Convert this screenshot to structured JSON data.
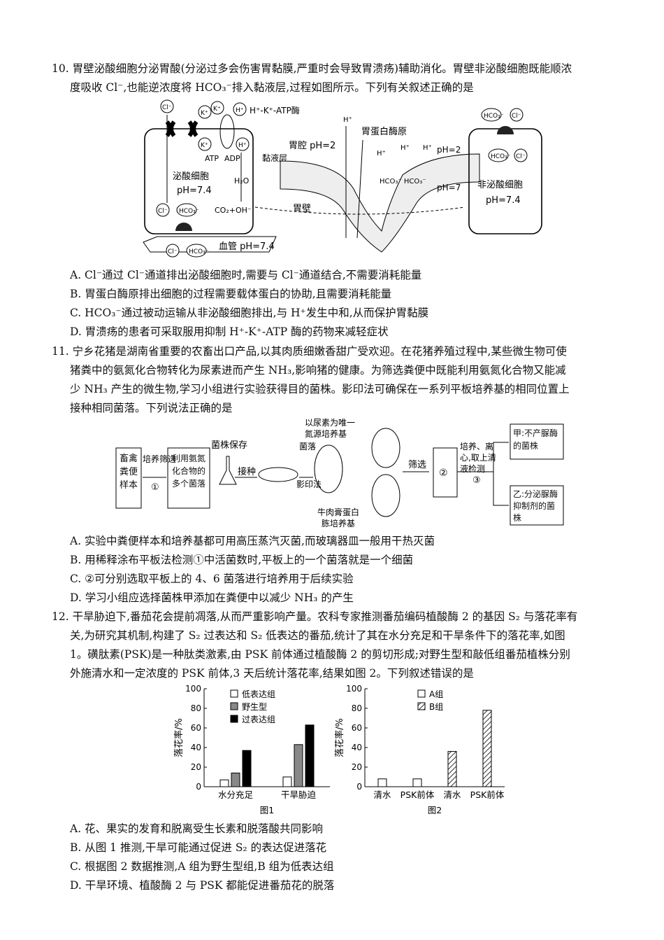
{
  "q10": {
    "line1": "10. 胃壁泌酸细胞分泌胃酸(分泌过多会伤害胃黏膜,严重时会导致胃溃疡)辅助消化。胃壁非泌酸细胞既能顺浓",
    "line2": "度吸收 Cl⁻,也能逆浓度将 HCO₃⁻排入黏液层,过程如图所示。下列有关叙述正确的是",
    "fig": {
      "cl": "Cl⁻",
      "k": "K⁺",
      "h": "H⁺",
      "pump": "H⁺-K⁺-ATP酶",
      "atp": "ATP",
      "adp": "ADP",
      "h2o": "H₂O",
      "secret_cell": "泌酸细胞",
      "ph74": "pH=7.4",
      "hco3": "HCO₃⁻",
      "co2": "CO₂+OH⁻",
      "vessel": "血管 pH=7.4",
      "mucus": "黏液层",
      "lumen": "胃腔 pH=2",
      "wall": "胃壁",
      "pepsinogen": "胃蛋白酶原",
      "ph2": "pH=2",
      "ph7": "pH=7",
      "non_secret": "非泌酸细胞",
      "hco3_pair": "HCO₃⁻ HCO₃⁻"
    },
    "options": [
      "A. Cl⁻通过 Cl⁻通道排出泌酸细胞时,需要与 Cl⁻通道结合,不需要消耗能量",
      "B. 胃蛋白酶原排出细胞的过程需要载体蛋白的协助,且需要消耗能量",
      "C. HCO₃⁻通过被动运输从非泌酸细胞排出,与 H⁺发生中和,从而保护胃黏膜",
      "D. 胃溃疡的患者可采取服用抑制 H⁺-K⁺-ATP 酶的药物来减轻症状"
    ]
  },
  "q11": {
    "line1": "11. 宁乡花猪是湖南省重要的农畜出口产品,以其肉质细嫩香甜广受欢迎。在花猪养殖过程中,某些微生物可使",
    "line2": "猪粪中的氨氮化合物转化为尿素进而产生 NH₃,影响猪的健康。为筛选粪便中既能利用氨氮化合物又能减",
    "line3": "少 NH₃ 产生的微生物,学习小组进行实验获得目的菌株。影印法可确保在一系列平板培养基的相同位置上",
    "line4": "接种相同菌落。下列说法正确的是",
    "fig": {
      "sample": "畜禽粪便样本",
      "culture": "培养筛选",
      "c1": "①",
      "colonies": "利用氨氮化合物的多个菌落",
      "keep": "菌株保存",
      "inoculate": "接种",
      "replica": "影印法",
      "colony": "菌落",
      "urea_medium1": "以尿素为唯一",
      "urea_medium2": "氮源培养基",
      "beef1": "牛肉膏蛋白",
      "beef2": "胨培养基",
      "screen": "筛选",
      "c2": "②",
      "test1": "培养、离",
      "test2": "心,取上清",
      "test3": "液检测",
      "c3": "③",
      "jia": "甲:不产脲酶的菌株",
      "yi": "乙:分泌脲酶抑制剂的菌株"
    },
    "options": [
      "A. 实验中粪便样本和培养基都可用高压蒸汽灭菌,而玻璃器皿一般用干热灭菌",
      "B. 用稀释涂布平板法检测①中活菌数时,平板上的一个菌落就是一个细菌",
      "C. ②可分别选取平板上的 4、6 菌落进行培养用于后续实验",
      "D. 学习小组应选择菌株甲添加在粪便中以减少 NH₃ 的产生"
    ]
  },
  "q12": {
    "line1": "12. 干旱胁迫下,番茄花会提前凋落,从而严重影响产量。农科专家推测番茄编码植酸酶 2 的基因 S₂ 与落花率有",
    "line2": "关,为研究其机制,构建了 S₂ 过表达和 S₂ 低表达的番茄,统计了其在水分充足和干旱条件下的落花率,如图",
    "line3": "1。磺肽素(PSK)是一种肽类激素,由 PSK 前体通过植酸酶 2 的剪切形成;对野生型和敲低组番茄植株分别",
    "line4": "外施清水和一定浓度的 PSK 前体,3 天后统计落花率,结果如图 2。下列叙述错误的是",
    "options": [
      "A. 花、果实的发育和脱离受生长素和脱落酸共同影响",
      "B. 从图 1 推测,干旱可能通过促进 S₂ 的表达促进落花",
      "C. 根据图 2 数据推测,A 组为野生型组,B 组为低表达组",
      "D. 干旱环境、植酸酶 2 与 PSK 都能促进番茄花的脱落"
    ]
  },
  "chart_data": [
    {
      "type": "bar",
      "caption": "图1",
      "ylabel": "落花率/%",
      "ylim": [
        0,
        100
      ],
      "yticks": [
        0,
        20,
        40,
        60,
        80,
        100
      ],
      "categories": [
        "水分充足",
        "干旱胁迫"
      ],
      "series": [
        {
          "name": "低表达组",
          "values": [
            7,
            10
          ],
          "fill": "#ffffff"
        },
        {
          "name": "野生型",
          "values": [
            14,
            43
          ],
          "fill": "#888888"
        },
        {
          "name": "过表达组",
          "values": [
            37,
            63
          ],
          "fill": "#000000"
        }
      ],
      "legend": "top-left"
    },
    {
      "type": "bar",
      "caption": "图2",
      "ylabel": "落花率/%",
      "ylim": [
        0,
        100
      ],
      "yticks": [
        0,
        20,
        40,
        60,
        80,
        100
      ],
      "categories": [
        "清水",
        "PSK前体",
        "清水",
        "PSK前体"
      ],
      "series": [
        {
          "name": "A组",
          "values": [
            8,
            8,
            null,
            null
          ],
          "fill": "#ffffff"
        },
        {
          "name": "B组",
          "values": [
            null,
            null,
            36,
            78
          ],
          "fill": "hatch"
        }
      ],
      "legend": "top-center"
    }
  ]
}
